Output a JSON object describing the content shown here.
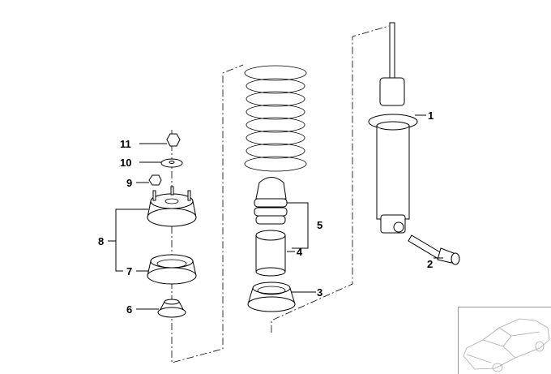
{
  "diagram": {
    "callouts": [
      "1",
      "2",
      "3",
      "4",
      "5",
      "6",
      "7",
      "8",
      "9",
      "10",
      "11"
    ],
    "colors": {
      "line": "#000000",
      "background": "#ffffff",
      "thumbnail_border": "#999999"
    },
    "thumbnail_icon": "car-outline"
  }
}
